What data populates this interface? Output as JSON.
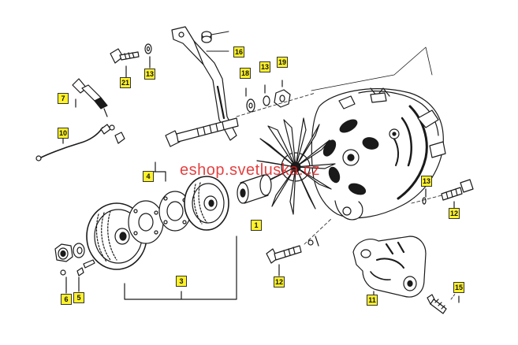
{
  "watermark": "eshop.svetluska.cz",
  "colors": {
    "label_fill": "#fff22a",
    "line": "#1a1a1a",
    "watermark": "#e02020"
  },
  "parts": [
    {
      "id": "label-16",
      "number": "16",
      "name": "bracket-icon"
    },
    {
      "id": "label-21",
      "number": "21",
      "name": "bolt-icon"
    },
    {
      "id": "label-13a",
      "number": "13",
      "name": "washer-icon"
    },
    {
      "id": "label-18",
      "number": "18",
      "name": "washer-icon"
    },
    {
      "id": "label-13b",
      "number": "13",
      "name": "washer-icon"
    },
    {
      "id": "label-19",
      "number": "19",
      "name": "nut-icon"
    },
    {
      "id": "label-7",
      "number": "7",
      "name": "connector-icon"
    },
    {
      "id": "label-10",
      "number": "10",
      "name": "ground-cable-icon"
    },
    {
      "id": "label-4",
      "number": "4",
      "name": "spacer-icon"
    },
    {
      "id": "label-1",
      "number": "1",
      "name": "alternator-icon"
    },
    {
      "id": "label-13c",
      "number": "13",
      "name": "washer-icon"
    },
    {
      "id": "label-12a",
      "number": "12",
      "name": "bolt-icon"
    },
    {
      "id": "label-3",
      "number": "3",
      "name": "pulley-icon"
    },
    {
      "id": "label-12b",
      "number": "12",
      "name": "bolt-icon"
    },
    {
      "id": "label-11",
      "number": "11",
      "name": "mounting-bracket-icon"
    },
    {
      "id": "label-15",
      "number": "15",
      "name": "screw-icon"
    },
    {
      "id": "label-6",
      "number": "6",
      "name": "nut-icon"
    },
    {
      "id": "label-5",
      "number": "5",
      "name": "key-icon"
    }
  ]
}
